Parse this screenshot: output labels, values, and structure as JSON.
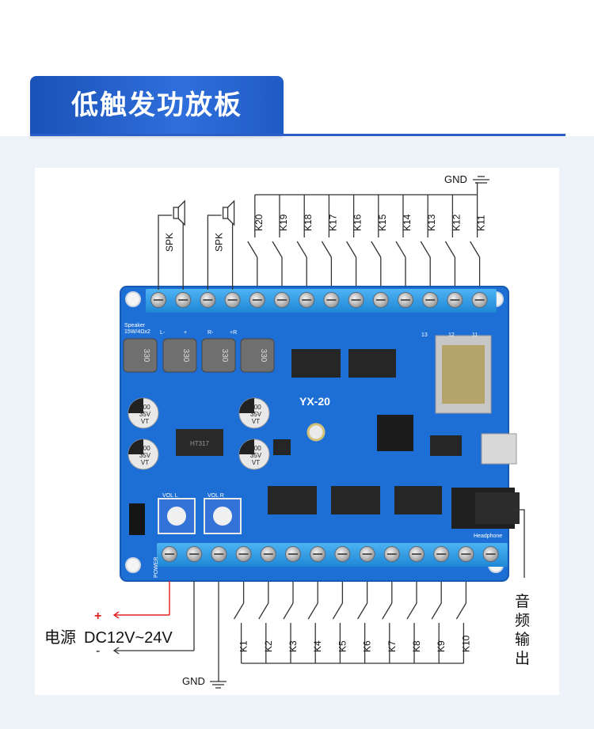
{
  "title": "低触发功放板",
  "board_label": "YX-20",
  "gnd_label": "GND",
  "speakers": [
    "SPK",
    "SPK"
  ],
  "top_keys": [
    "K20",
    "K19",
    "K18",
    "K17",
    "K16",
    "K15",
    "K14",
    "K13",
    "K12",
    "K11"
  ],
  "bottom_keys": [
    "K1",
    "K2",
    "K3",
    "K4",
    "K5",
    "K6",
    "K7",
    "K8",
    "K9",
    "K10"
  ],
  "power": {
    "label": "电源",
    "spec": "DC12V~24V",
    "plus": "+",
    "minus": "-"
  },
  "audio_out": [
    "音",
    "频",
    "输",
    "出"
  ],
  "board_text": {
    "speaker": "Speaker",
    "wattage": "15W/4Ωx2",
    "vol_l": "VOL  L",
    "vol_r": "VOL  R",
    "power_silk": "POWER",
    "headphone": "Headphone",
    "inductor": "330",
    "cap": [
      "100",
      "35V",
      "VT"
    ],
    "amp_chip": "HT317",
    "pin_l_minus": "L-",
    "pin_l_plus": "+",
    "pin_r_minus": "R-",
    "pin_r_plus": "+R",
    "pin_13": "13",
    "pin_12": "12",
    "pin_11": "11"
  },
  "colors": {
    "title_bg": "#2a62cc",
    "board": "#1d6fd6",
    "terminal": "#2f9ee8",
    "power_wire": "#e02020",
    "wire": "#333333"
  }
}
